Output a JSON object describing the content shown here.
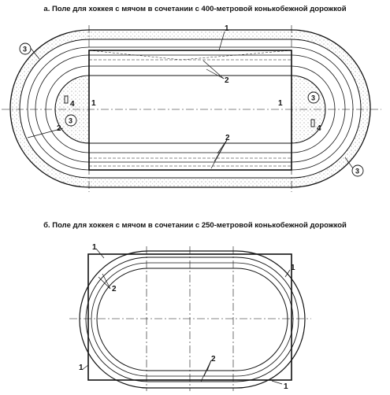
{
  "figure_a": {
    "title": "а. Поле для хоккея с мячом в сочетании с 400-метровой конькобежной дорожкой",
    "labels": {
      "top_1": "1",
      "top_2": "2",
      "mid_left_1": "1",
      "mid_right_1": "1",
      "left_4": "4",
      "left_3": "3",
      "left_2": "2",
      "right_3": "3",
      "right_4": "4",
      "bottom_2": "2",
      "bottom_right_3": "3",
      "top_left_3": "3"
    }
  },
  "figure_b": {
    "title": "б. Поле для хоккея с мячом в сочетании с 250-метровой конькобежной дорожкой",
    "labels": {
      "top_left_1": "1",
      "left_2": "2",
      "right_1": "1",
      "bottom_left_1": "1",
      "bottom_2": "2",
      "bottom_right_1": "1"
    }
  },
  "colors": {
    "line": "#111111",
    "stipple": "#bdbdbd"
  }
}
